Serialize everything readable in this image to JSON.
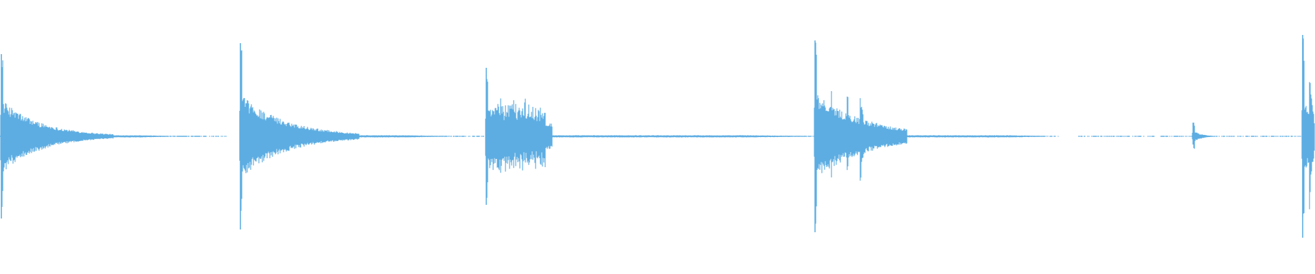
{
  "waveform": {
    "color": "#5dade2",
    "background": "#ffffff",
    "baseline": 0.4975,
    "events": [
      {
        "t": 0.0013,
        "pos": 0.3,
        "neg": 0.3,
        "decay": 0.03,
        "tail": 0.085
      },
      {
        "t": 0.183,
        "pos": 0.34,
        "neg": 0.34,
        "decay": 0.035,
        "tail": 0.09
      },
      {
        "t": 0.37,
        "pos": 0.25,
        "neg": 0.25,
        "decay": 0.06,
        "tail": 0.05,
        "sustain": 0.045,
        "sustainAmp": 0.14
      },
      {
        "t": 0.62,
        "pos": 0.35,
        "neg": 0.35,
        "decay": 0.04,
        "tail": 0.07,
        "bursts": [
          0.012,
          0.024,
          0.034
        ],
        "burstAmp": 0.2
      },
      {
        "t": 0.9075,
        "pos": 0.05,
        "neg": 0.03,
        "decay": 0.006,
        "tail": 0.08
      },
      {
        "t": 0.9905,
        "pos": 0.37,
        "neg": 0.37,
        "decay": 0.01,
        "tail": 0.009,
        "bursts": [
          0.005
        ],
        "burstAmp": 0.33
      }
    ],
    "noiseSegments": [
      [
        0.0,
        0.172
      ],
      [
        0.183,
        0.438
      ],
      [
        0.452,
        0.617
      ],
      [
        0.62,
        0.705
      ],
      [
        0.715,
        0.803
      ],
      [
        0.82,
        0.99
      ]
    ]
  }
}
